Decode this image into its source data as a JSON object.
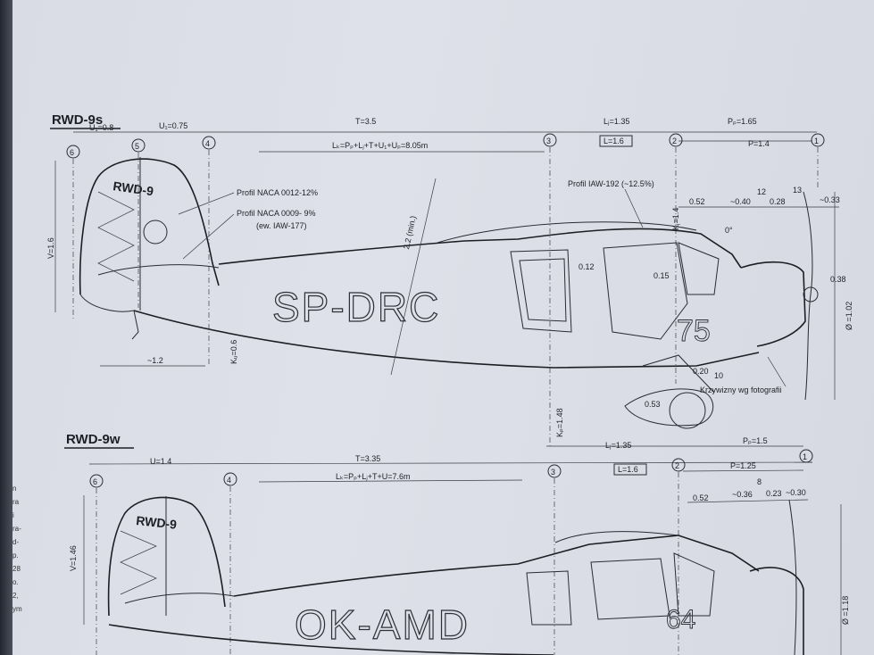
{
  "edge_text": [
    "n",
    "ra",
    "i",
    "ra-",
    "d-",
    "p.",
    "28",
    "o.",
    "2,",
    "ym"
  ],
  "views": [
    {
      "title": "RWD-9s",
      "registration": "SP-DRC",
      "tail_text": "RWD-9",
      "cowl_number": "75",
      "stations": [
        "6",
        "5",
        "4",
        "3",
        "2",
        "1"
      ],
      "dims": {
        "u1": "U₁=0.8",
        "u2": "U₁=0.75",
        "t": "T=3.5",
        "lj": "Lⱼ=1.35",
        "p": "Pₚ=1.65",
        "lk": "Lₖ=Pₚ+Lⱼ+T+U₁+Uₚ=8.05m",
        "l": "L=1.6",
        "pp": "P=1.4",
        "profil_a": "Profil NACA 0012-12%",
        "profil_b": "Profil NACA 0009- 9%",
        "profil_b_note": "(ew. IAW-177)",
        "profil_wing": "Profil IAW-192 (~12.5%)",
        "v": "V=1.6",
        "h": "2.2 (min.)",
        "k1": "Kⱼ=1.4",
        "d052": "0.52",
        "d040": "~0.40",
        "d12": "12",
        "d028": "0.28",
        "d13": "13",
        "d033": "~0.33",
        "deg": "0°",
        "d012": "0.12",
        "d015": "0.15",
        "d038": "0.38",
        "d102": "Ø =1.02",
        "d12w": "~1.2",
        "ku": "Kᵤ=0.6",
        "k148": "Kₚ=1.48",
        "d020": "0.20",
        "d10": "10",
        "d053": "0.53",
        "curves": "Krzywizny wg fotografii"
      }
    },
    {
      "title": "RWD-9w",
      "registration": "OK-AMD",
      "tail_text": "RWD-9",
      "cowl_number": "64",
      "stations": [
        "6",
        "4",
        "3",
        "2",
        "1"
      ],
      "dims": {
        "u": "U=1.4",
        "t": "T=3.35",
        "lj": "Lⱼ=1.35",
        "p": "Pₚ=1.5",
        "lk": "Lₖ=Pₚ+Lⱼ+T+U=7.6m",
        "l": "L=1.6",
        "pp": "P=1.25",
        "v": "V=1.46",
        "d052": "0.52",
        "d036": "~0.36",
        "d8": "8",
        "d023": "0.23",
        "d030": "~0.30",
        "d118": "Ø =1.18"
      }
    }
  ]
}
